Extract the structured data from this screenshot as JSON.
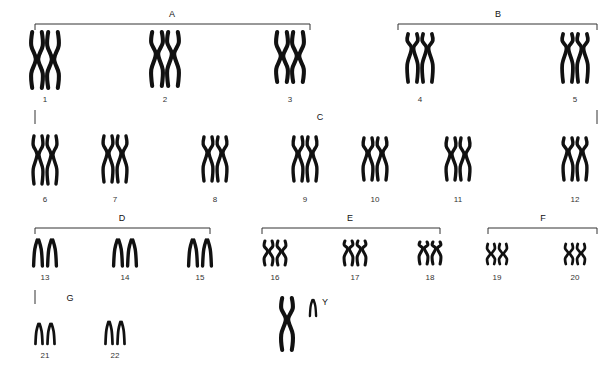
{
  "diagram": {
    "labels": [
      "A",
      "B",
      "1",
      "2",
      "3",
      "4",
      "5",
      "C",
      "6",
      "7",
      "8",
      "9",
      "10",
      "11",
      "12",
      "D",
      "E",
      "F",
      "13",
      "14",
      "15",
      "16",
      "17",
      "18",
      "19",
      "20",
      "G",
      "21",
      "22",
      "Y"
    ]
  }
}
